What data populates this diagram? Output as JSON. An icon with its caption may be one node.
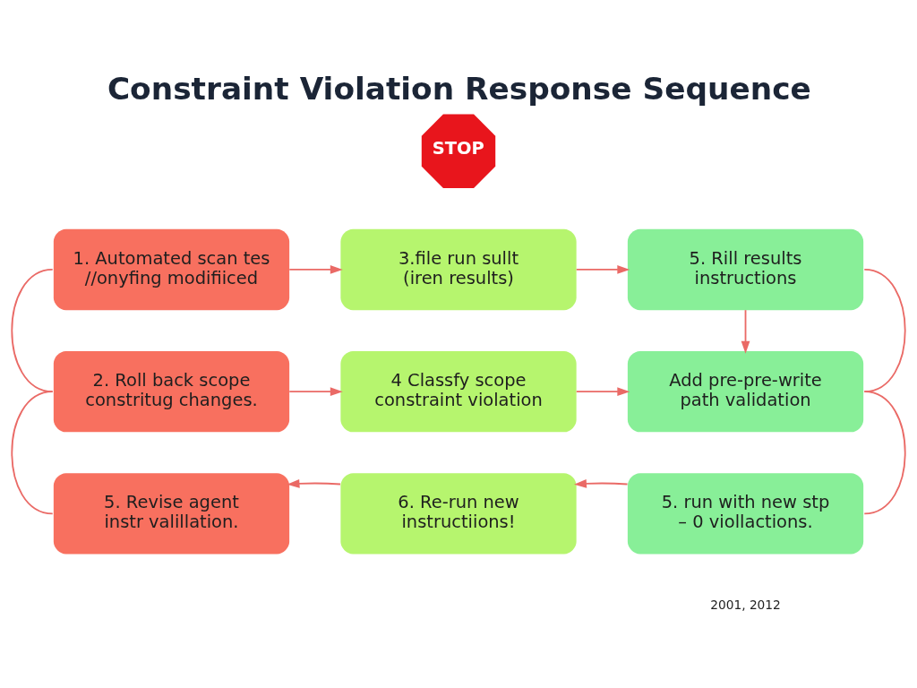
{
  "diagram": {
    "title": "Constraint Violation Response Sequence",
    "nodes": [
      {
        "text": [
          "STOP"
        ]
      },
      {
        "text": [
          "1. Automated scan tes //onyfing modifiiced"
        ]
      },
      {
        "text": [
          "3.file run sullt (iren results)"
        ]
      },
      {
        "text": [
          "5. Rill results instructions"
        ]
      },
      {
        "text": [
          "2. Roll back scope constritug changes."
        ]
      },
      {
        "text": [
          "4 Classfy scope constraint violation"
        ]
      },
      {
        "text": [
          "Add pre-pre-write path validation"
        ]
      },
      {
        "text": [
          "5. Revise agent instr valillation."
        ]
      },
      {
        "text": [
          "6. Re-run new instructiions!"
        ]
      },
      {
        "text": [
          "5. run with new stp – 0 viollactions."
        ]
      }
    ],
    "edges": [
      {
        "from": 1,
        "to": 2,
        "arrow": "to"
      },
      {
        "from": 2,
        "to": 3,
        "arrow": "to"
      },
      {
        "from": 3,
        "to": 6,
        "arrow": "to"
      },
      {
        "from": 1,
        "to": 4,
        "arrow": "none"
      },
      {
        "from": 3,
        "to": 6,
        "arrow": "none"
      },
      {
        "from": 4,
        "to": 5,
        "arrow": "to"
      },
      {
        "from": 5,
        "to": 6,
        "arrow": "to"
      },
      {
        "from": 4,
        "to": 7,
        "arrow": "none"
      },
      {
        "from": 6,
        "to": 9,
        "arrow": "none"
      },
      {
        "from": 9,
        "to": 8,
        "arrow": "to"
      },
      {
        "from": 8,
        "to": 7,
        "arrow": "to"
      }
    ],
    "labels": [
      "2001, 2012"
    ]
  }
}
